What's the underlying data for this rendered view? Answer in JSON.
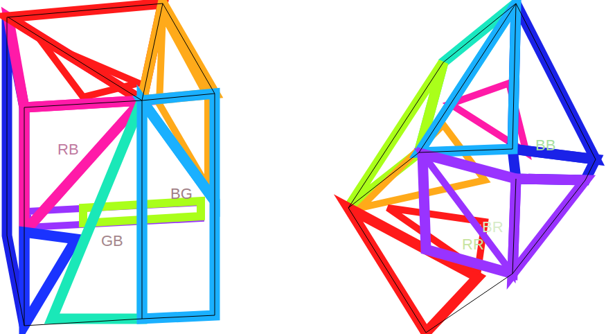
{
  "diagram": {
    "labels": [
      "RB",
      "BG",
      "GB",
      "BB",
      "BR",
      "RR"
    ]
  }
}
